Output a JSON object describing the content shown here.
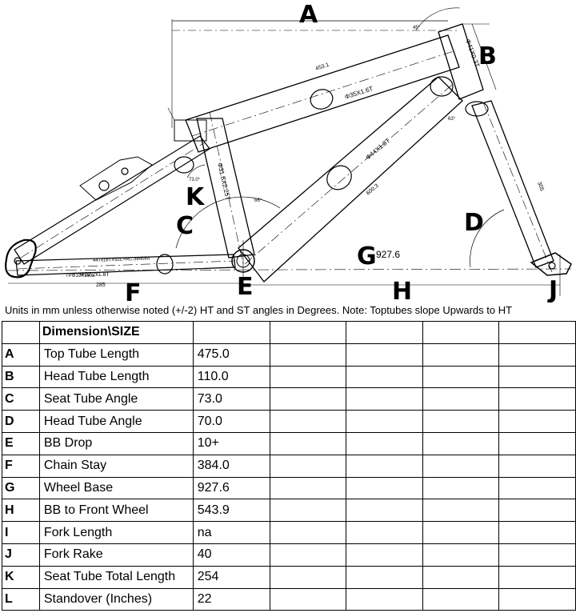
{
  "drawing": {
    "callouts": {
      "A": "A",
      "B": "B",
      "C": "C",
      "D": "D",
      "E": "E",
      "F": "F",
      "G": "G",
      "H": "H",
      "J": "J",
      "K": "K"
    },
    "labels": {
      "top_tube_len": "453.1",
      "top_tube_dia": "Φ35X1.6T",
      "down_tube_dia": "Φ44X1.8T",
      "down_tube_len": "600.3",
      "head_tube_dia": "Φ41X0.3T",
      "seat_tube_dia": "Φ31.8X2.25T",
      "seat_stay_spec": "447x18TX92L+RC:384MM",
      "chainstay_dia": "Φ22.2x1.8T",
      "chainstay_tp": "TPΦ19X160L",
      "chainstay_len": "285",
      "wheelbase": "927.6",
      "fork_len": "305",
      "angle_ht": "63°",
      "angle_seat": "73.0°",
      "angle_bb": "66°",
      "angle_top": "45°"
    }
  },
  "note": "Units in mm unless otherwise noted (+/-2) HT and ST angles in Degrees. Note: Toptubes slope Upwards to HT",
  "table": {
    "header": "Dimension\\SIZE",
    "rows": [
      {
        "letter": "A",
        "dimension": "Top Tube Length",
        "value": "475.0"
      },
      {
        "letter": "B",
        "dimension": "Head Tube Length",
        "value": "110.0"
      },
      {
        "letter": "C",
        "dimension": "Seat Tube Angle",
        "value": "73.0"
      },
      {
        "letter": "D",
        "dimension": "Head Tube Angle",
        "value": "70.0"
      },
      {
        "letter": "E",
        "dimension": "BB Drop",
        "value": "10+"
      },
      {
        "letter": "F",
        "dimension": "Chain Stay",
        "value": "384.0"
      },
      {
        "letter": "G",
        "dimension": "Wheel Base",
        "value": "927.6"
      },
      {
        "letter": "H",
        "dimension": "BB to Front Wheel",
        "value": "543.9"
      },
      {
        "letter": "I",
        "dimension": "Fork Length",
        "value": "na"
      },
      {
        "letter": "J",
        "dimension": "Fork Rake",
        "value": "40"
      },
      {
        "letter": "K",
        "dimension": "Seat Tube Total Length",
        "value": "254"
      },
      {
        "letter": "L",
        "dimension": "Standover (Inches)",
        "value": "22"
      }
    ]
  }
}
